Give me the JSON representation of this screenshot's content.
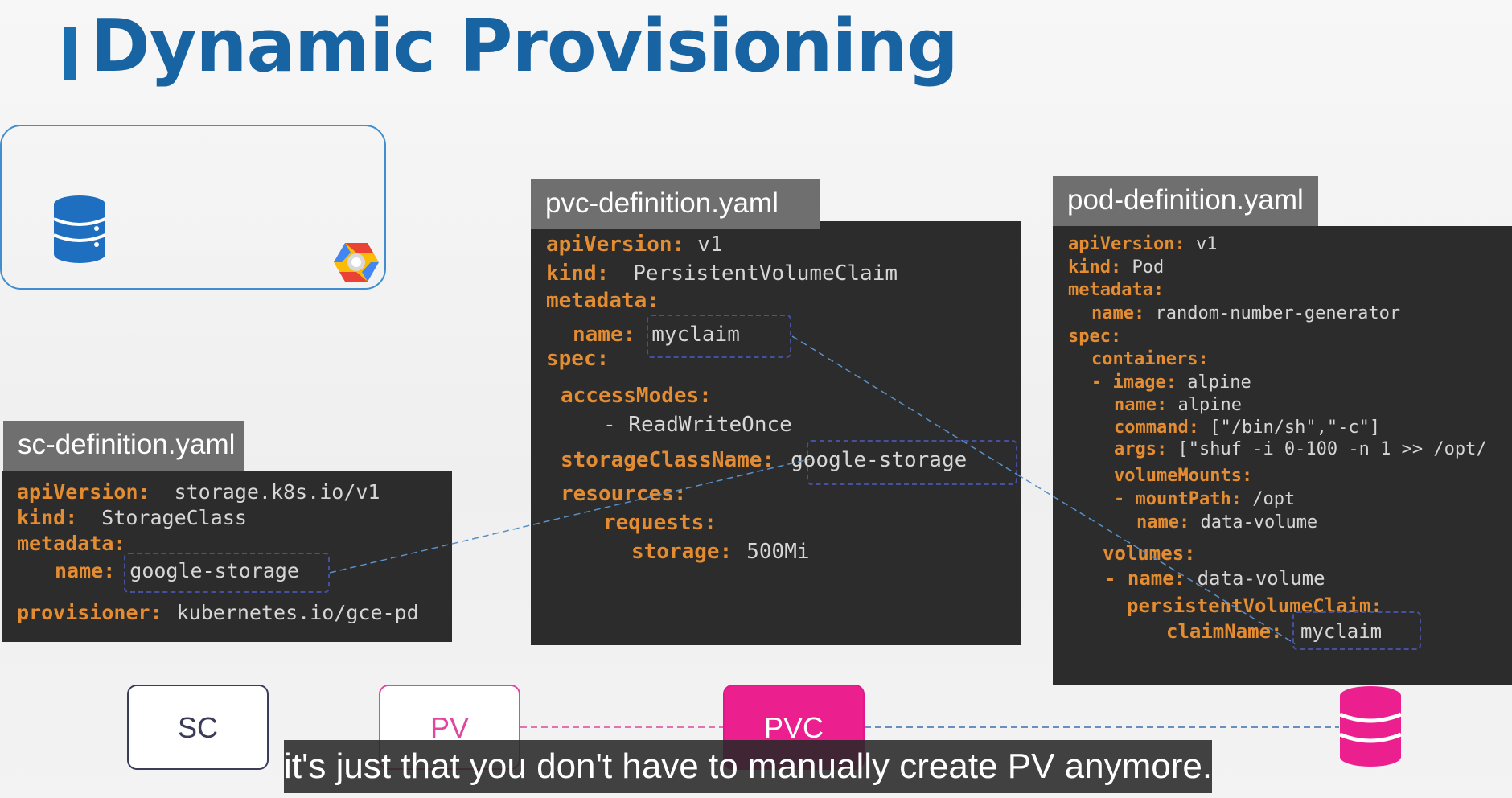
{
  "slide": {
    "title": "Dynamic Provisioning"
  },
  "colors": {
    "title_blue": "#1864a3",
    "key_orange": "#e48c32",
    "code_bg": "#2c2c2c",
    "pink": "#ec1f8f",
    "navy": "#3b3b5a"
  },
  "icons": {
    "cloud_db": "database-icon",
    "cloud_provider": "google-cloud-icon",
    "storage": "database-icon"
  },
  "sc_definition": {
    "filename": "sc-definition.yaml",
    "lines": [
      {
        "key": "apiVersion:",
        "value": "storage.k8s.io/v1"
      },
      {
        "key": "kind:",
        "value": "StorageClass"
      },
      {
        "key": "metadata:",
        "value": ""
      },
      {
        "key": "name:",
        "value": "google-storage"
      },
      {
        "key": "provisioner:",
        "value": "kubernetes.io/gce-pd"
      }
    ]
  },
  "pvc_definition": {
    "filename": "pvc-definition.yaml",
    "lines": [
      {
        "key": "apiVersion:",
        "value": "v1"
      },
      {
        "key": "kind:",
        "value": "PersistentVolumeClaim"
      },
      {
        "key": "metadata:",
        "value": ""
      },
      {
        "key": "name:",
        "value": "myclaim"
      },
      {
        "key": "spec:",
        "value": ""
      },
      {
        "key": "accessModes:",
        "value": ""
      },
      {
        "key": "",
        "value": "- ReadWriteOnce"
      },
      {
        "key": "storageClassName:",
        "value": "google-storage"
      },
      {
        "key": "resources:",
        "value": ""
      },
      {
        "key": "requests:",
        "value": ""
      },
      {
        "key": "storage:",
        "value": "500Mi"
      }
    ]
  },
  "pod_definition": {
    "filename": "pod-definition.yaml",
    "lines": [
      {
        "key": "apiVersion:",
        "value": "v1"
      },
      {
        "key": "kind:",
        "value": "Pod"
      },
      {
        "key": "metadata:",
        "value": ""
      },
      {
        "key": "name:",
        "value": "random-number-generator"
      },
      {
        "key": "spec:",
        "value": ""
      },
      {
        "key": "containers:",
        "value": ""
      },
      {
        "key": "- image:",
        "value": "alpine"
      },
      {
        "key": "name:",
        "value": "alpine"
      },
      {
        "key": "command:",
        "value": "[\"/bin/sh\",\"-c\"]"
      },
      {
        "key": "args:",
        "value": "[\"shuf -i 0-100 -n 1 >> /opt/"
      },
      {
        "key": "volumeMounts:",
        "value": ""
      },
      {
        "key": "- mountPath:",
        "value": "/opt"
      },
      {
        "key": "name:",
        "value": "data-volume"
      },
      {
        "key": "volumes:",
        "value": ""
      },
      {
        "key": "- name:",
        "value": "data-volume"
      },
      {
        "key": "persistentVolumeClaim:",
        "value": ""
      },
      {
        "key": "claimName:",
        "value": "myclaim"
      }
    ]
  },
  "nodes": {
    "sc": "SC",
    "pv": "PV",
    "pvc": "PVC"
  },
  "subtitle": "it's just that you don't have to manually create PV anymore."
}
